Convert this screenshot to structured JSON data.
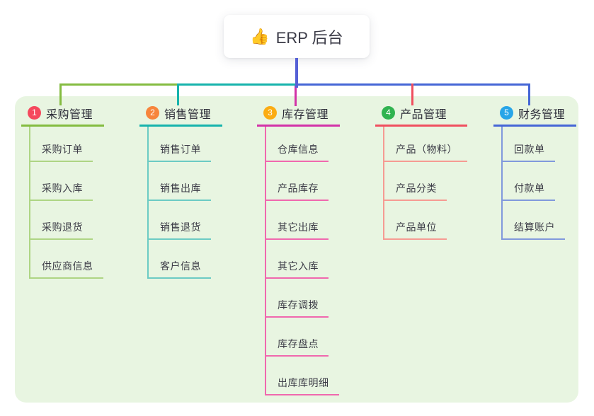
{
  "root": {
    "title": "ERP 后台",
    "icon_emoji": "👍"
  },
  "colors": {
    "canvas_bg": "#ffffff",
    "panel_bg": "#e8f5e1",
    "root_line": "#5560d6",
    "root_text": "#3a3a46",
    "branch_text": "#2c2c38",
    "child_text": "#3b3b46"
  },
  "branches": [
    {
      "index": "1",
      "label": "采购管理",
      "badge_color": "#f5495d",
      "line_color": "#84bc40",
      "child_line_color": "#aed584",
      "children": [
        "采购订单",
        "采购入库",
        "采购退货",
        "供应商信息"
      ]
    },
    {
      "index": "2",
      "label": "销售管理",
      "badge_color": "#f7853c",
      "line_color": "#16b3ac",
      "child_line_color": "#6ccbc4",
      "children": [
        "销售订单",
        "销售出库",
        "销售退货",
        "客户信息"
      ]
    },
    {
      "index": "3",
      "label": "库存管理",
      "badge_color": "#fbac13",
      "line_color": "#d232a8",
      "child_line_color": "#f068ae",
      "children": [
        "仓库信息",
        "产品库存",
        "其它出库",
        "其它入库",
        "库存调拨",
        "库存盘点",
        "出库库明细"
      ]
    },
    {
      "index": "4",
      "label": "产品管理",
      "badge_color": "#30b350",
      "line_color": "#f04f5f",
      "child_line_color": "#f69b93",
      "children": [
        "产品（物料）",
        "产品分类",
        "产品单位"
      ]
    },
    {
      "index": "5",
      "label": "财务管理",
      "badge_color": "#27a5e8",
      "line_color": "#4566d6",
      "child_line_color": "#8199dc",
      "children": [
        "回款单",
        "付款单",
        "结算账户"
      ]
    }
  ]
}
